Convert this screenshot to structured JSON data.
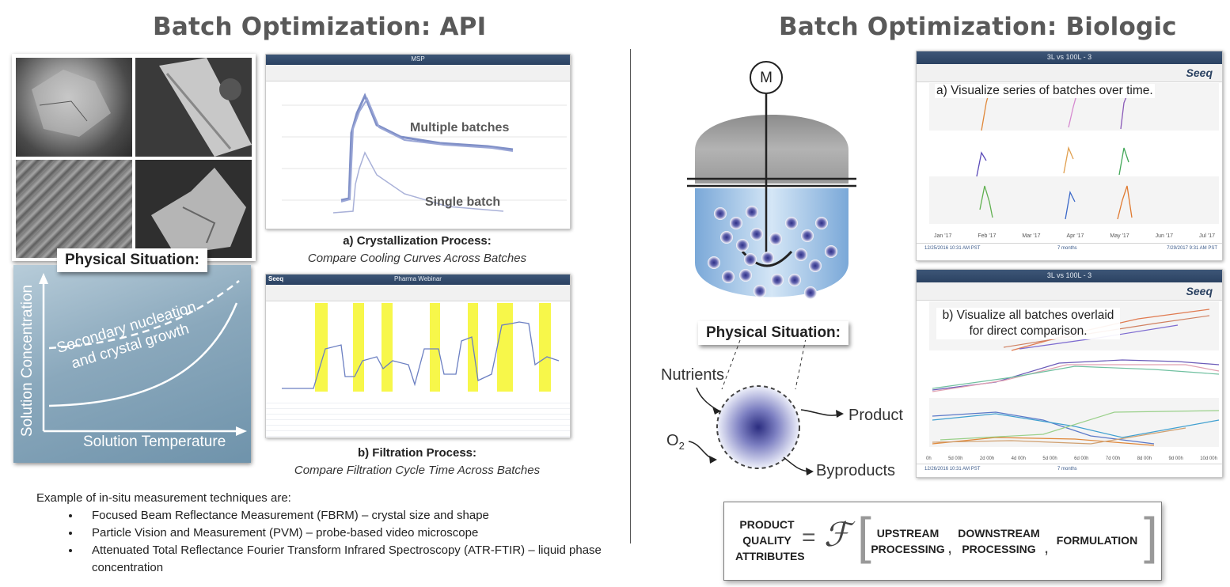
{
  "left": {
    "title": "Batch Optimization:  API",
    "physical_label": "Physical Situation:",
    "graph": {
      "ylabel": "Solution Concentration",
      "xlabel": "Solution Temperature",
      "curve_label_1": "Secondary nucleation",
      "curve_label_2": "and crystal growth"
    },
    "shot_a": {
      "window_title": "MSP",
      "label_multiple": "Multiple batches",
      "label_single": "Single batch"
    },
    "caption_a_title": "a) Crystallization Process:",
    "caption_a_sub": "Compare Cooling Curves Across Batches",
    "shot_b": {
      "logo": "Seeq",
      "window_title": "Pharma Webinar"
    },
    "caption_b_title": "b) Filtration Process:",
    "caption_b_sub": "Compare Filtration Cycle Time Across Batches",
    "techniques_intro": "Example of in-situ measurement techniques are:",
    "techniques": [
      "Focused Beam Reflectance Measurement (FBRM) – crystal size and shape",
      "Particle Vision and Measurement (PVM) – probe-based video microscope",
      "Attenuated Total Reflectance Fourier Transform Infrared Spectroscopy (ATR-FTIR) – liquid phase concentration"
    ]
  },
  "right": {
    "title": "Batch Optimization: Biologic",
    "motor_label": "M",
    "physical_label": "Physical Situation:",
    "cell": {
      "nutrients": "Nutrients",
      "o2": "O",
      "o2_sub": "2",
      "product": "Product",
      "byproducts": "Byproducts"
    },
    "shot_a": {
      "window_title": "3L vs 100L - 3",
      "logo": "Seeq",
      "annotation": "a) Visualize series of batches over time.",
      "months": [
        "Jan '17",
        "Feb '17",
        "Mar '17",
        "Apr '17",
        "May '17",
        "Jun '17",
        "Jul '17"
      ],
      "footer_left": "12/25/2016 10:31 AM PST",
      "footer_right": "7/29/2017 9:31 AM PST",
      "footer_mid": "7 months"
    },
    "shot_b": {
      "window_title": "3L vs 100L - 3",
      "logo": "Seeq",
      "annotation_1": "b) Visualize all batches overlaid",
      "annotation_2": "for direct comparison.",
      "ticks": [
        "0h",
        "5d 00h",
        "2d 00h",
        "4d 00h",
        "5d 00h",
        "6d 00h",
        "7d 00h",
        "8d 00h",
        "9d 00h",
        "10d 00h"
      ],
      "footer_left": "12/26/2016 10:31 AM PST",
      "footer_mid": "7 months"
    },
    "formula": {
      "lhs": [
        "PRODUCT",
        "QUALITY",
        "ATTRIBUTES"
      ],
      "equals": "=",
      "func": "ℱ",
      "lbracket": "[",
      "rbracket": "]",
      "upstream": [
        "UPSTREAM",
        "PROCESSING"
      ],
      "downstream": [
        "DOWNSTREAM",
        "PROCESSING"
      ],
      "formulation": "FORMULATION",
      "comma": ","
    }
  },
  "colors": {
    "title": "#595959",
    "highlight_yellow": "#f7f74a",
    "cell_blue": "#3b3f9a",
    "seeq_blue": "#2b4262"
  }
}
